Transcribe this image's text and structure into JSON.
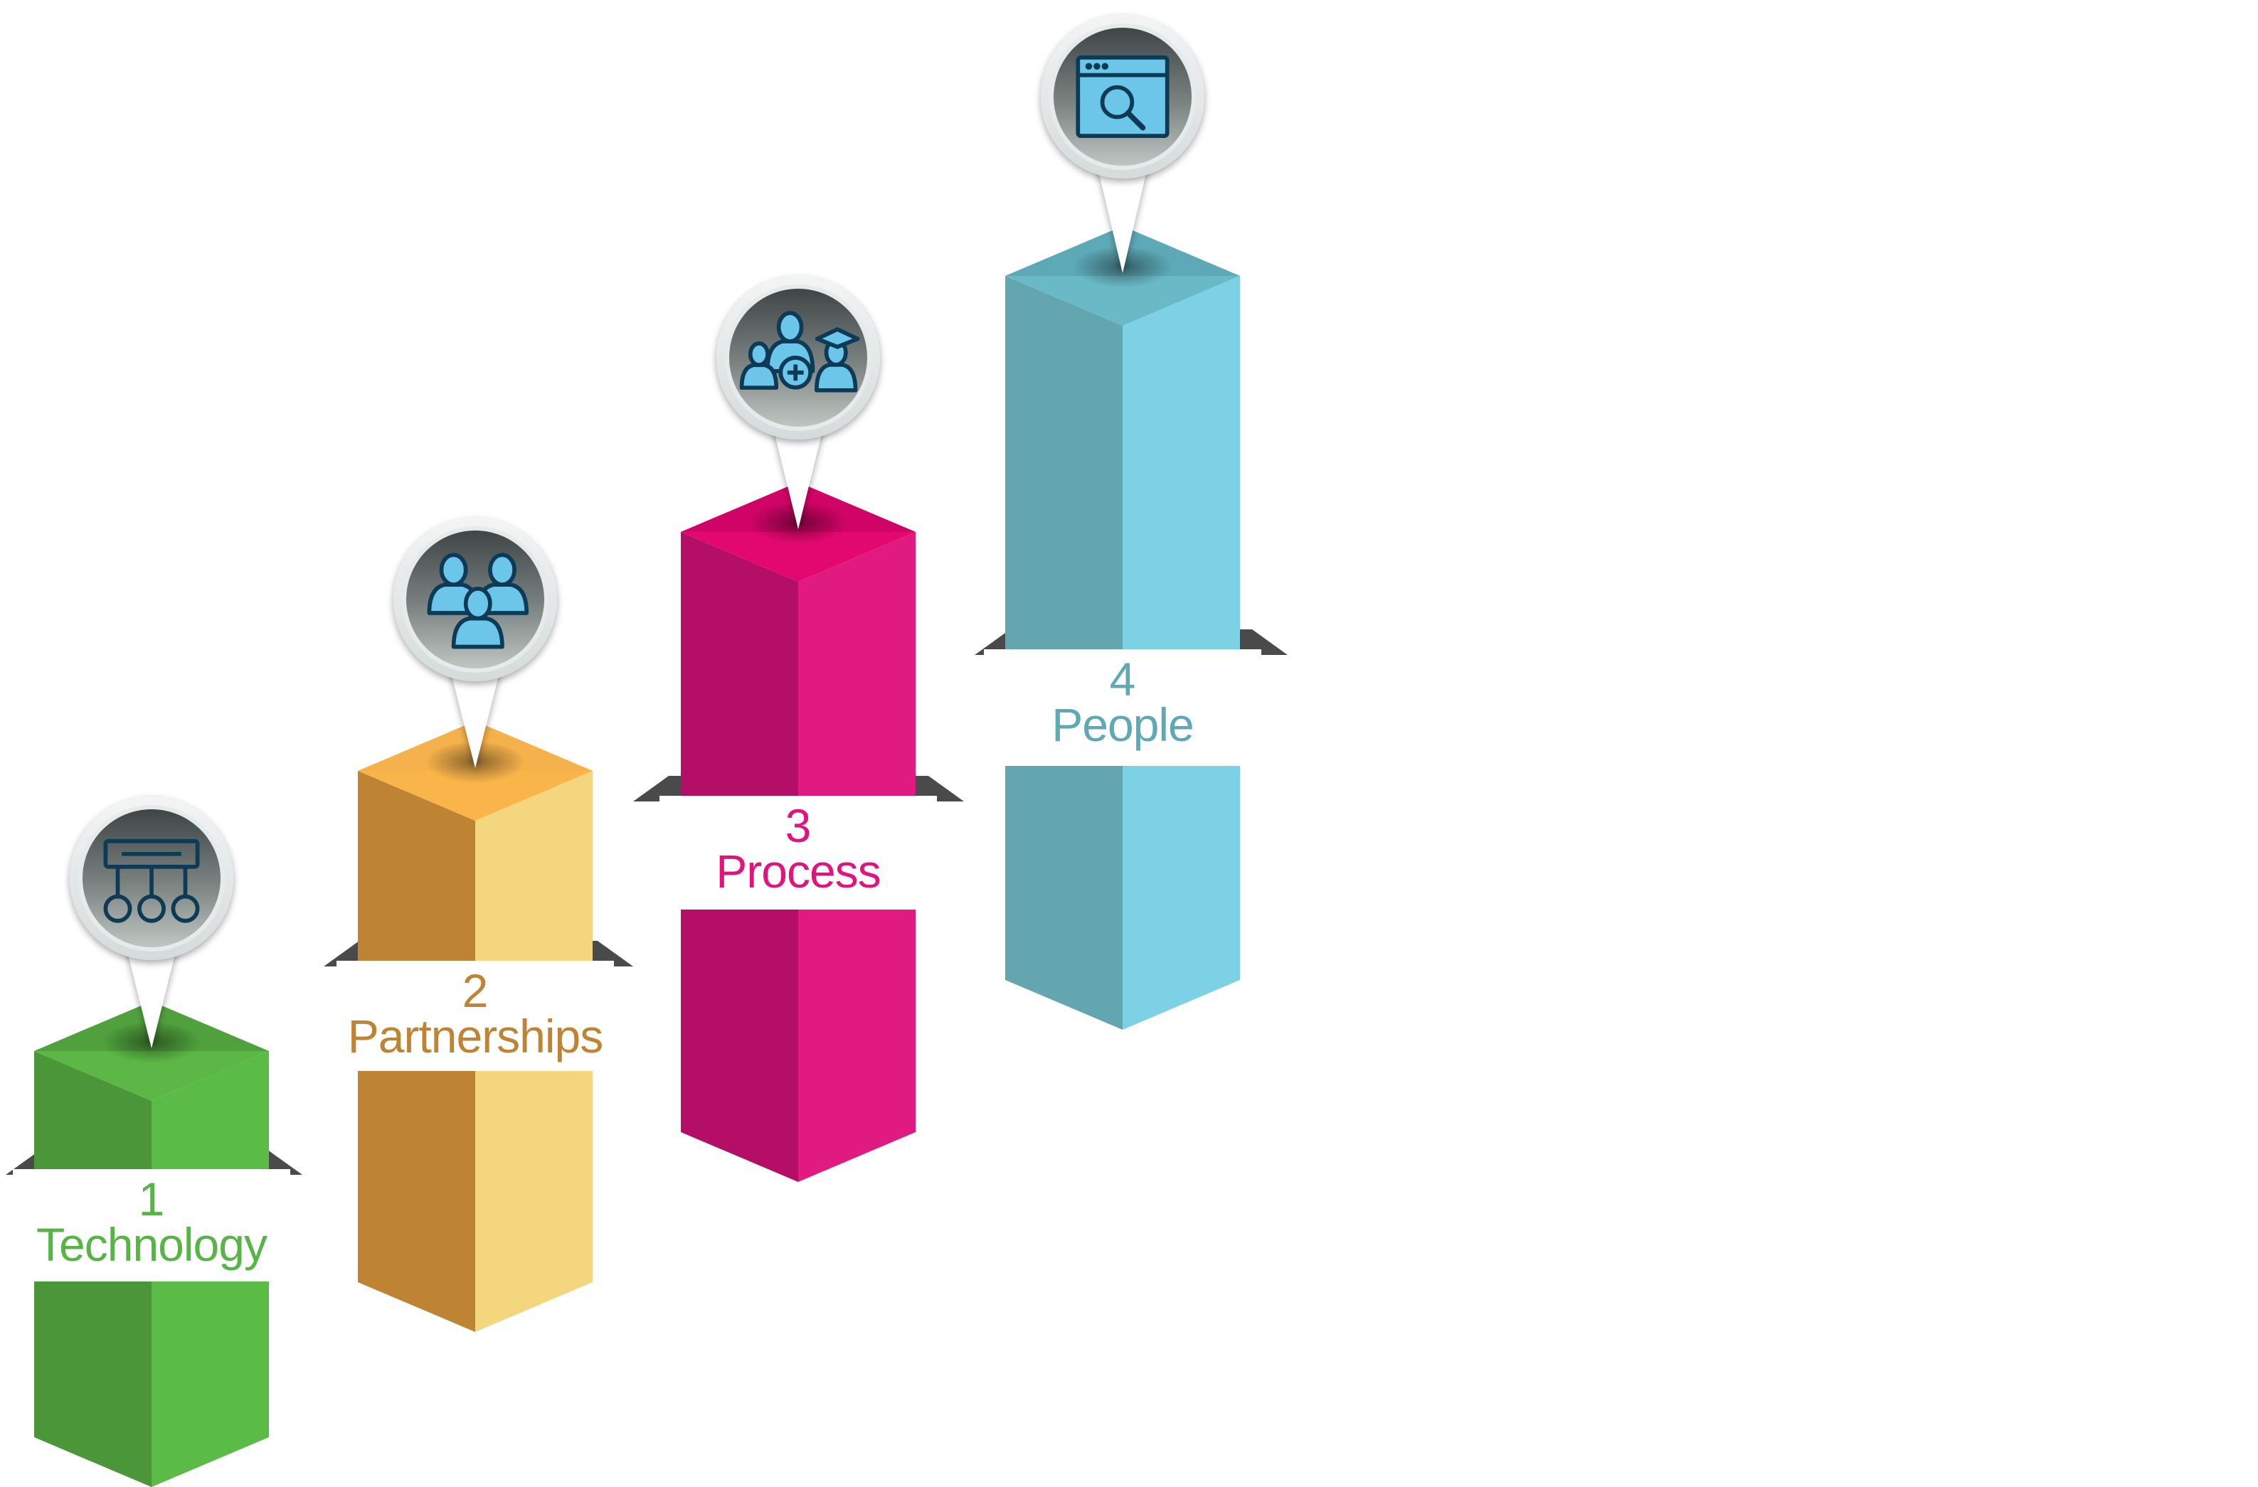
{
  "pillars": [
    {
      "number": "1",
      "label": "Technology",
      "icon": "network-hub-icon",
      "colors": {
        "left": "#4b9638",
        "right": "#5bbb47",
        "top_back": "#4f9f3c",
        "top_front": "#5cb746",
        "text": "#58b447"
      }
    },
    {
      "number": "2",
      "label": "Partnerships",
      "icon": "group-icon",
      "colors": {
        "left": "#bf8433",
        "right": "#f4d67f",
        "top_back": "#f4b04b",
        "top_front": "#f9b44a",
        "text": "#bf8433"
      }
    },
    {
      "number": "3",
      "label": "Process",
      "icon": "team-graduate-icon",
      "colors": {
        "left": "#b50e67",
        "right": "#e11a82",
        "top_back": "#cd0465",
        "top_front": "#e3086f",
        "text": "#e1137c"
      }
    },
    {
      "number": "4",
      "label": "People",
      "icon": "browser-search-icon",
      "colors": {
        "left": "#64a6af",
        "right": "#7dd1e4",
        "top_back": "#5ca7b5",
        "top_front": "#6ab9c7",
        "text": "#5ea9b3"
      }
    }
  ]
}
